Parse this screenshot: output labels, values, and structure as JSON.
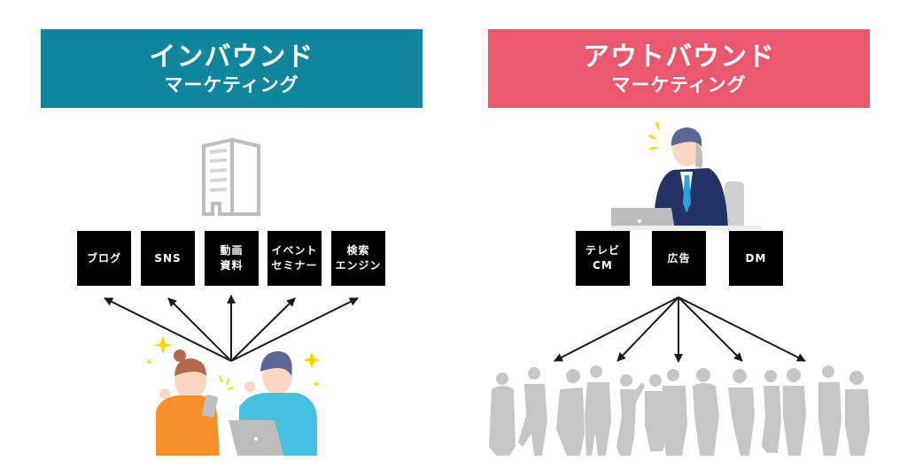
{
  "inbound": {
    "title_line1": "インバウンド",
    "title_line2": "マーケティング",
    "color": "#10869c",
    "channels": [
      "ブログ",
      "SNS",
      "動画\n資料",
      "イベント\nセミナー",
      "検索\nエンジン"
    ],
    "arrow_direction": "customers-to-channels",
    "icons": [
      "office-building-icon",
      "happy-customers-icon"
    ]
  },
  "outbound": {
    "title_line1": "アウトバウンド",
    "title_line2": "マーケティング",
    "color": "#ea586d",
    "channels": [
      "テレビ\nCM",
      "広告",
      "DM"
    ],
    "arrow_direction": "channel-to-crowd",
    "icons": [
      "salesman-on-phone-icon",
      "crowd-silhouettes-icon"
    ]
  }
}
